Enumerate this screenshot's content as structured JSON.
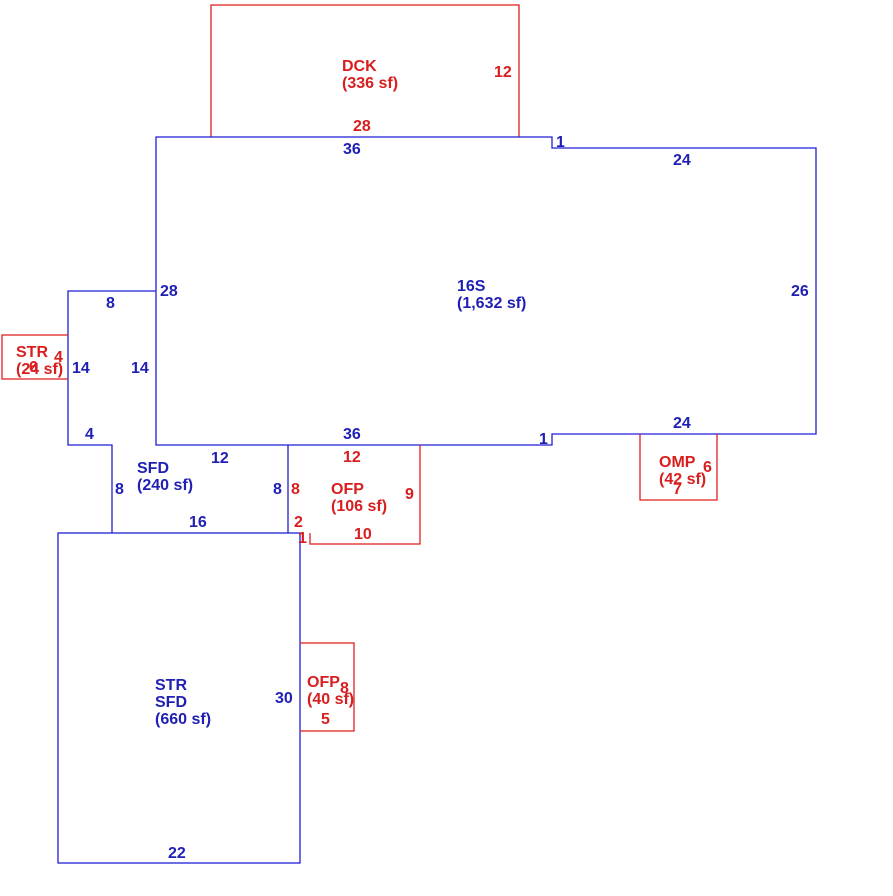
{
  "sketch": {
    "colors": {
      "main": "#1f1fd6",
      "addition": "#e01e1e"
    },
    "areas": [
      {
        "code": "16S",
        "area": "(1,632 sf)",
        "kind": "main"
      },
      {
        "code": "DCK",
        "area": "(336 sf)",
        "kind": "addition"
      },
      {
        "code": "SFD",
        "area": "(240 sf)",
        "kind": "main"
      },
      {
        "code": "OFP",
        "area": "(106 sf)",
        "kind": "addition"
      },
      {
        "code": "OMP",
        "area": "(42 sf)",
        "kind": "addition"
      },
      {
        "code": "STR",
        "area": "(24 sf)",
        "kind": "addition"
      },
      {
        "code": "STR",
        "code2": "SFD",
        "area": "(660 sf)",
        "kind": "main"
      },
      {
        "code": "OFP",
        "area": "(40 sf)",
        "kind": "addition"
      }
    ],
    "dims": {
      "dck_top": "28",
      "dck_side": "12",
      "main_top": "36",
      "main_jog_top": "1",
      "main_right_top": "24",
      "main_left": "28",
      "main_right": "26",
      "main_bottom": "36",
      "main_jog_bottom": "1",
      "main_right_bottom": "24",
      "main_inner_left": "14",
      "left_top": "8",
      "left_side": "14",
      "left_bottom": "4",
      "str_side": "4",
      "str_top": "6",
      "sfd_top": "12",
      "sfd_left": "8",
      "sfd_right": "8",
      "sfd_bottom": "16",
      "ofp_top": "12",
      "ofp_left": "8",
      "ofp_right": "9",
      "ofp_bottom": "10",
      "ofp_jog_vert": "2",
      "ofp_jog_horiz": "1",
      "omp_side": "6",
      "omp_bottom": "7",
      "big_right": "30",
      "big_bottom": "22",
      "ofp2_side": "8",
      "ofp2_bottom": "5"
    }
  }
}
